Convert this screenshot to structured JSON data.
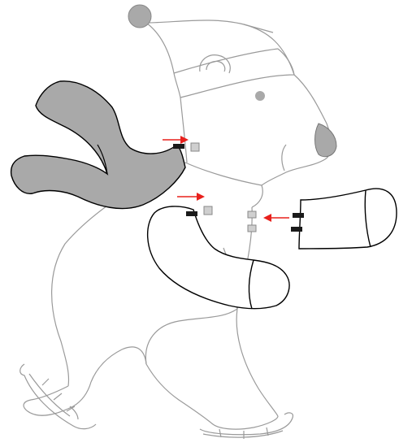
{
  "diagram": {
    "subject": "polar-bear-ice-skater-assembly",
    "colors": {
      "outline": "#9a9a9a",
      "part_outline": "#000000",
      "scarf_fill": "#a9a9a9",
      "pompom_fill": "#a9a9a9",
      "nose_fill": "#a9a9a9",
      "tab_fill": "#cfcfcf",
      "slot_fill": "#1a1a1a",
      "arrow_color": "#e8201c",
      "background": "#ffffff"
    },
    "parts": [
      "body-outline",
      "hat",
      "scarf",
      "left-arm",
      "right-arm"
    ],
    "assembly_arrows": [
      "scarf-attach-arrow",
      "left-arm-attach-arrow",
      "right-arm-attach-arrow"
    ],
    "icons": [
      "arrow-right-icon",
      "arrow-left-icon"
    ]
  }
}
